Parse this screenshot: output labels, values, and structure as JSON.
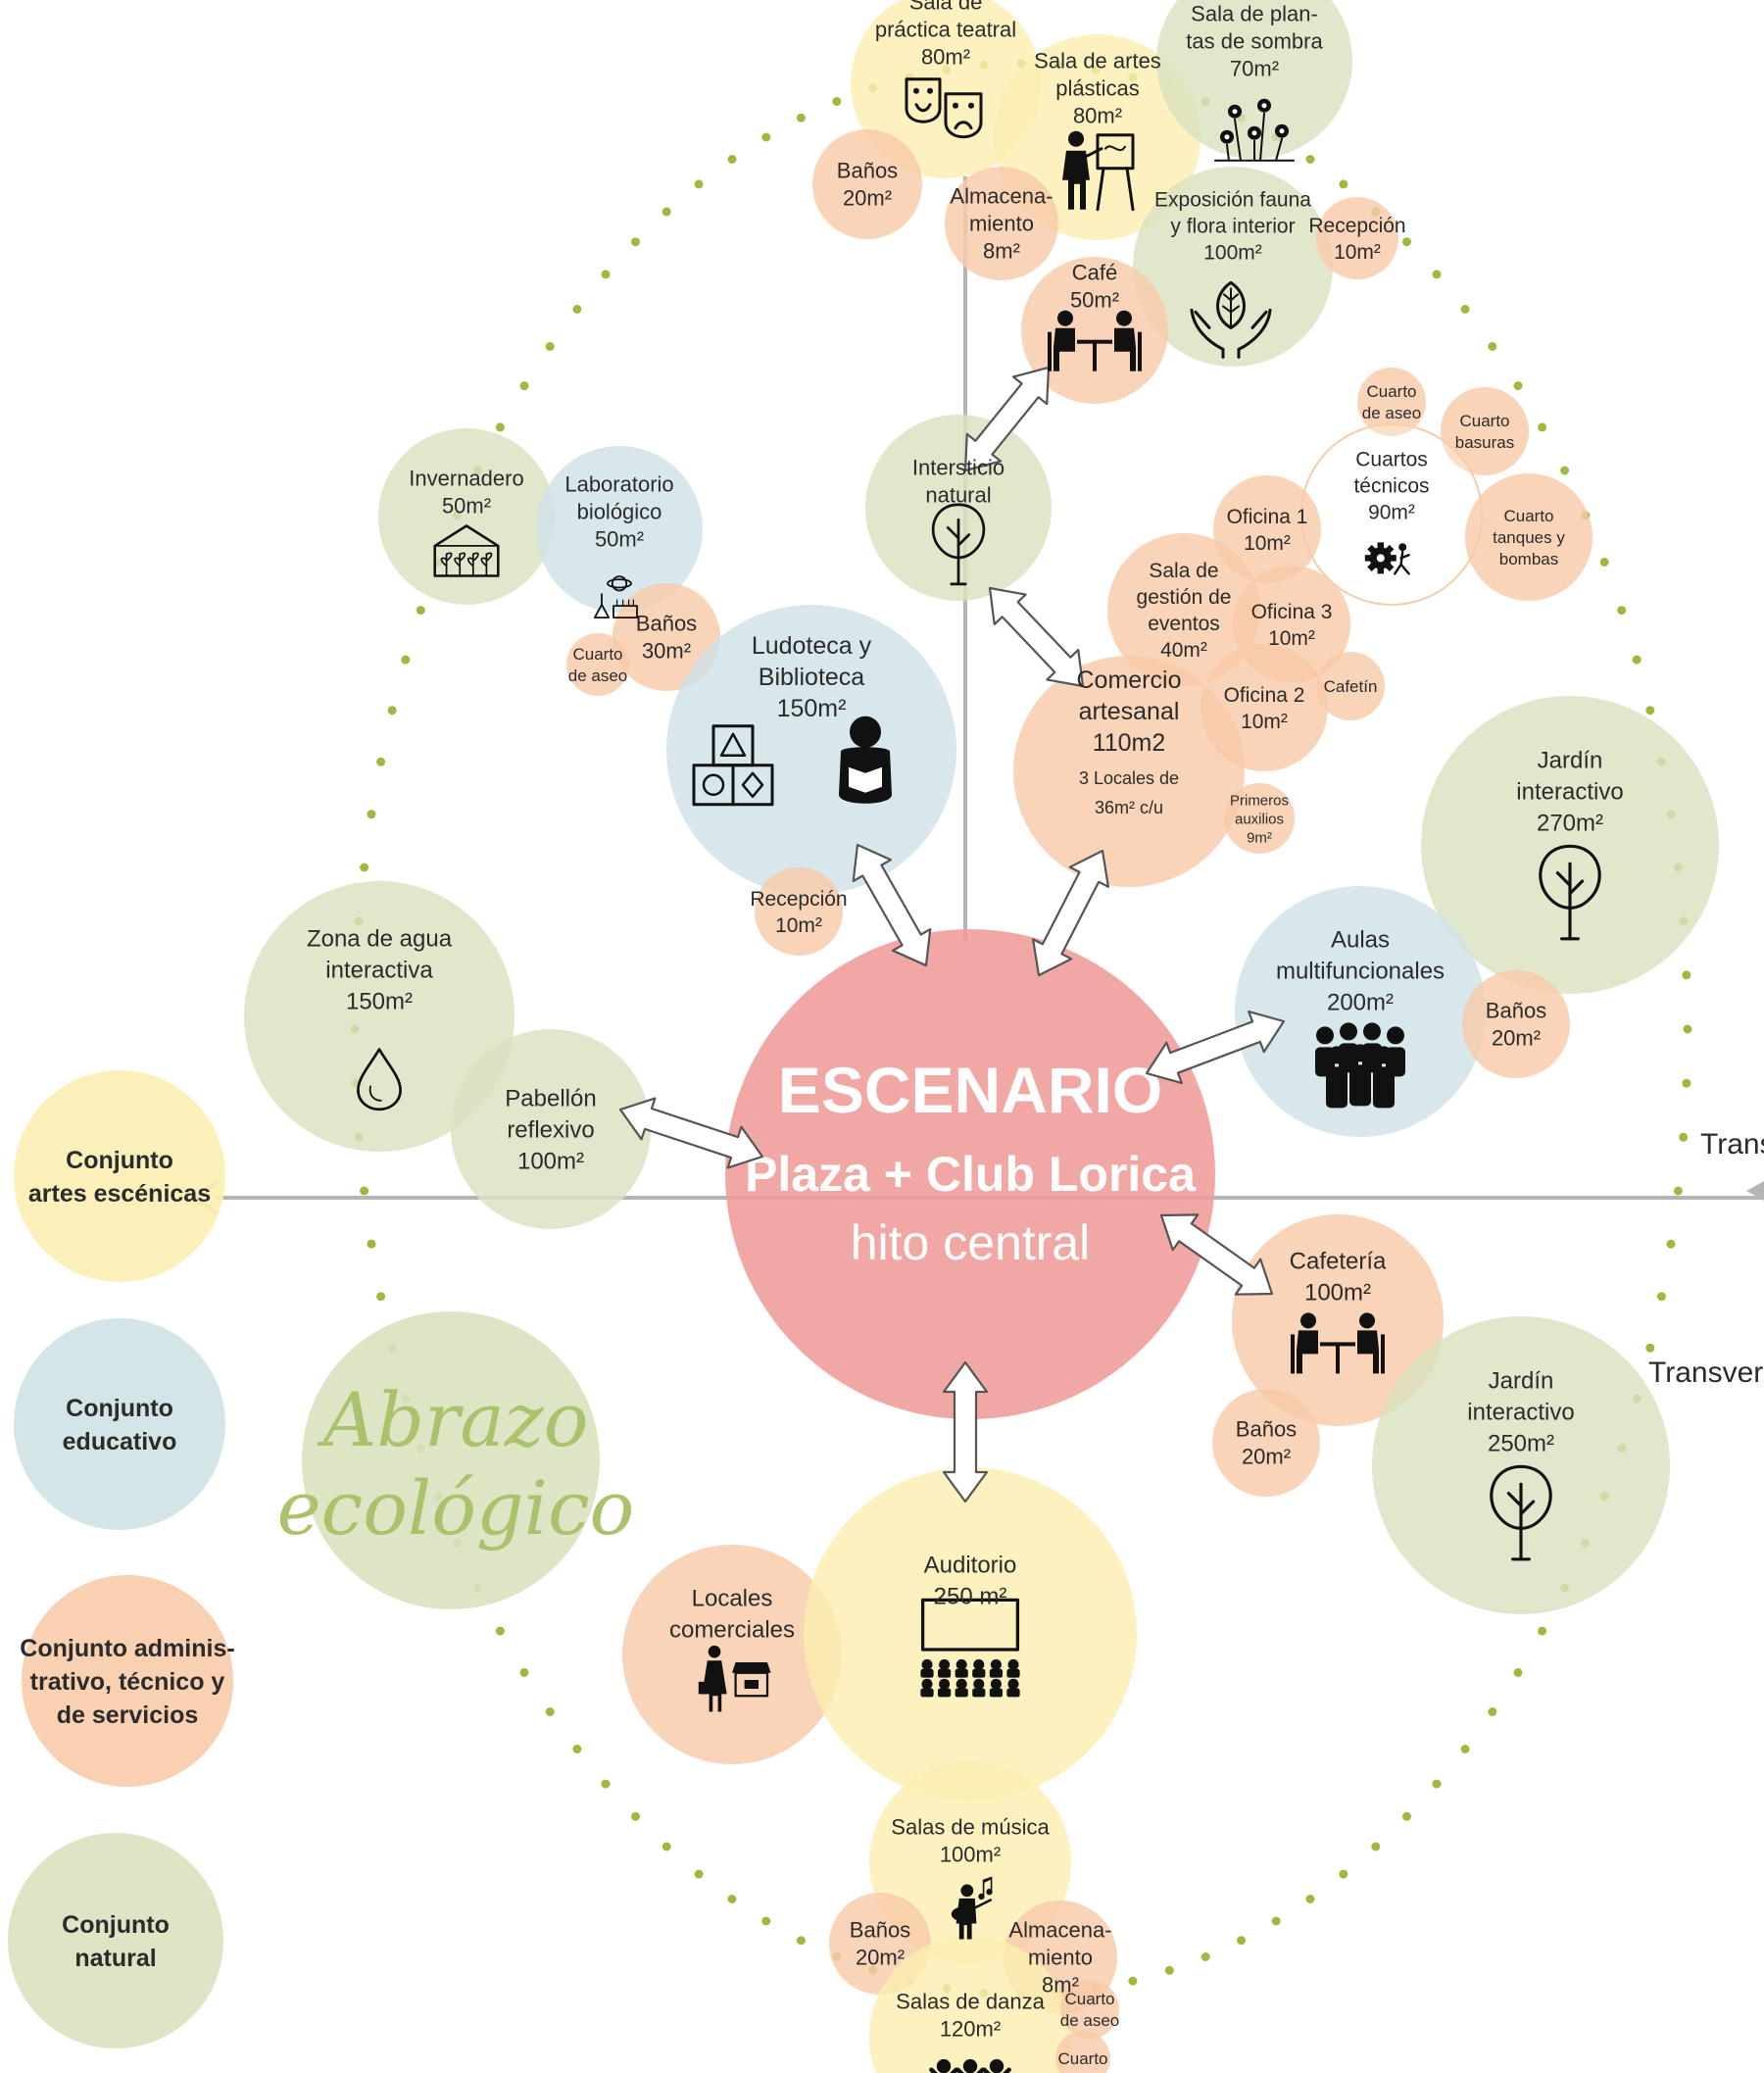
{
  "colors": {
    "artes": "#fbeeb1",
    "educativo": "#cfe2e6",
    "admin": "#f8cba8",
    "natural": "#d9e2bf",
    "escenario": "#ef9c98",
    "dots": "#9dba3f",
    "axis": "#b5b5b5"
  },
  "center": {
    "title": "ESCENARIO",
    "line2": "Plaza + Club Lorica",
    "line3": "hito central"
  },
  "axis_labels": {
    "right_upper": "Trans",
    "right_lower": "Transvers"
  },
  "watermark": {
    "line1": "Abrazo",
    "line2": "ecológico"
  },
  "legend": [
    {
      "lines": [
        "Conjunto",
        "artes escénicas"
      ],
      "group": "artes"
    },
    {
      "lines": [
        "Conjunto",
        "educativo"
      ],
      "group": "educativo"
    },
    {
      "lines": [
        "Conjunto adminis-",
        "trativo, técnico y",
        "de servicios"
      ],
      "group": "admin"
    },
    {
      "lines": [
        "Conjunto",
        "natural"
      ],
      "group": "natural"
    }
  ],
  "spaces": [
    {
      "id": "practica-teatral",
      "group": "artes",
      "lines": [
        "Sala de",
        "práctica teatral",
        "80m²"
      ],
      "icon": "theater-masks-icon"
    },
    {
      "id": "artes-plasticas",
      "group": "artes",
      "lines": [
        "Sala de artes",
        "plásticas",
        "80m²"
      ],
      "icon": "painter-icon"
    },
    {
      "id": "plantas-sombra",
      "group": "natural",
      "lines": [
        "Sala de plan-",
        "tas de sombra",
        "70m²"
      ],
      "icon": "flowers-icon"
    },
    {
      "id": "banos-teatro",
      "group": "admin",
      "lines": [
        "Baños",
        "20m²"
      ]
    },
    {
      "id": "almacenamiento-arte",
      "group": "admin",
      "lines": [
        "Almacena-",
        "miento",
        "8m²"
      ]
    },
    {
      "id": "exposicion-fauna",
      "group": "natural",
      "lines": [
        "Exposición fauna",
        "y flora interior",
        "100m²"
      ],
      "icon": "leaf-hands-icon"
    },
    {
      "id": "recepcion-expo",
      "group": "admin",
      "lines": [
        "Recepción",
        "10m²"
      ]
    },
    {
      "id": "cafe",
      "group": "admin",
      "lines": [
        "Café",
        "50m²"
      ],
      "icon": "table-chairs-icon"
    },
    {
      "id": "intersticio",
      "group": "natural",
      "lines": [
        "Intersticio",
        "natural"
      ],
      "icon": "tree-icon"
    },
    {
      "id": "cuarto-aseo-tec",
      "group": "admin",
      "lines": [
        "Cuarto",
        "de aseo"
      ]
    },
    {
      "id": "cuarto-basuras",
      "group": "admin",
      "lines": [
        "Cuarto",
        "basuras"
      ]
    },
    {
      "id": "cuartos-tecnicos",
      "group": "admin",
      "lines": [
        "Cuartos",
        "técnicos",
        "90m²"
      ],
      "icon": "gears-worker-icon"
    },
    {
      "id": "cuarto-tanques",
      "group": "admin",
      "lines": [
        "Cuarto",
        "tanques y",
        "bombas"
      ]
    },
    {
      "id": "oficina-1",
      "group": "admin",
      "lines": [
        "Oficina 1",
        "10m²"
      ]
    },
    {
      "id": "sala-gestion",
      "group": "admin",
      "lines": [
        "Sala de",
        "gestión de",
        "eventos",
        "40m²"
      ]
    },
    {
      "id": "oficina-3",
      "group": "admin",
      "lines": [
        "Oficina 3",
        "10m²"
      ]
    },
    {
      "id": "oficina-2",
      "group": "admin",
      "lines": [
        "Oficina 2",
        "10m²"
      ]
    },
    {
      "id": "cafetin",
      "group": "admin",
      "lines": [
        "Cafetín"
      ]
    },
    {
      "id": "comercio-artesanal",
      "group": "admin",
      "lines": [
        "Comercio",
        "artesanal",
        "110m2",
        "3 Locales de",
        "36m² c/u"
      ]
    },
    {
      "id": "primeros-auxilios",
      "group": "admin",
      "lines": [
        "Primeros",
        "auxilios",
        "9m²"
      ]
    },
    {
      "id": "invernadero",
      "group": "natural",
      "lines": [
        "Invernadero",
        "50m²"
      ],
      "icon": "greenhouse-icon"
    },
    {
      "id": "laboratorio",
      "group": "educativo",
      "lines": [
        "Laboratorio",
        "biológico",
        "50m²"
      ],
      "icon": "lab-icon"
    },
    {
      "id": "banos-lab",
      "group": "admin",
      "lines": [
        "Baños",
        "30m²"
      ]
    },
    {
      "id": "cuarto-aseo-lab",
      "group": "admin",
      "lines": [
        "Cuarto",
        "de aseo"
      ]
    },
    {
      "id": "ludoteca",
      "group": "educativo",
      "lines": [
        "Ludoteca y",
        "Biblioteca",
        "150m²"
      ],
      "icon": "blocks-reader-icon"
    },
    {
      "id": "recepcion-ludoteca",
      "group": "admin",
      "lines": [
        "Recepción",
        "10m²"
      ]
    },
    {
      "id": "jardin-270",
      "group": "natural",
      "lines": [
        "Jardín",
        "interactivo",
        "270m²"
      ],
      "icon": "tree-icon"
    },
    {
      "id": "aulas",
      "group": "educativo",
      "lines": [
        "Aulas",
        "multifuncionales",
        "200m²"
      ],
      "icon": "people-group-icon"
    },
    {
      "id": "banos-aulas",
      "group": "admin",
      "lines": [
        "Baños",
        "20m²"
      ]
    },
    {
      "id": "zona-agua",
      "group": "natural",
      "lines": [
        "Zona de agua",
        "interactiva",
        "150m²"
      ],
      "icon": "water-drop-icon"
    },
    {
      "id": "pabellon",
      "group": "natural",
      "lines": [
        "Pabellón",
        "reflexivo",
        "100m²"
      ]
    },
    {
      "id": "cafeteria",
      "group": "admin",
      "lines": [
        "Cafetería",
        "100m²"
      ],
      "icon": "table-chairs-icon"
    },
    {
      "id": "banos-cafeteria",
      "group": "admin",
      "lines": [
        "Baños",
        "20m²"
      ]
    },
    {
      "id": "jardin-250",
      "group": "natural",
      "lines": [
        "Jardín",
        "interactivo",
        "250m²"
      ],
      "icon": "tree-icon"
    },
    {
      "id": "locales",
      "group": "admin",
      "lines": [
        "Locales",
        "comerciales"
      ],
      "icon": "shopping-icon"
    },
    {
      "id": "auditorio",
      "group": "artes",
      "lines": [
        "Auditorio",
        "250 m²"
      ],
      "icon": "screen-audience-icon"
    },
    {
      "id": "salas-musica",
      "group": "artes",
      "lines": [
        "Salas de música",
        "100m²"
      ],
      "icon": "guitar-player-icon"
    },
    {
      "id": "banos-musica",
      "group": "admin",
      "lines": [
        "Baños",
        "20m²"
      ]
    },
    {
      "id": "almacenamiento-musica",
      "group": "admin",
      "lines": [
        "Almacena-",
        "miento",
        "8m²"
      ]
    },
    {
      "id": "salas-danza",
      "group": "artes",
      "lines": [
        "Salas de danza",
        "120m²"
      ],
      "icon": "dancers-icon"
    },
    {
      "id": "cuarto-aseo-danza",
      "group": "admin",
      "lines": [
        "Cuarto",
        "de aseo"
      ]
    },
    {
      "id": "cuarto-bottom",
      "group": "admin",
      "lines": [
        "Cuarto"
      ]
    }
  ]
}
